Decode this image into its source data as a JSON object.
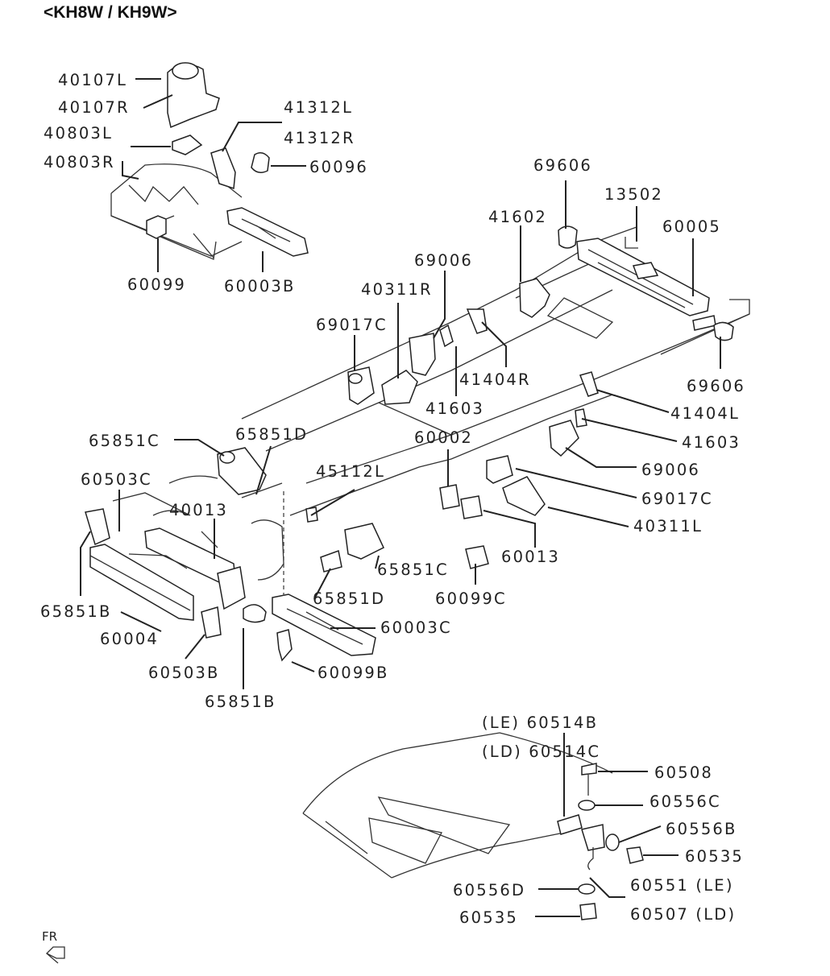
{
  "title": "<KH8W / KH9W>",
  "fr_marker": "FR",
  "labels": [
    {
      "id": "40107L",
      "text": "40107L"
    },
    {
      "id": "40107R",
      "text": "40107R"
    },
    {
      "id": "40803L",
      "text": "40803L"
    },
    {
      "id": "40803R",
      "text": "40803R"
    },
    {
      "id": "41312L",
      "text": "41312L"
    },
    {
      "id": "41312R",
      "text": "41312R"
    },
    {
      "id": "60096",
      "text": "60096"
    },
    {
      "id": "60099",
      "text": "60099"
    },
    {
      "id": "60003B",
      "text": "60003B"
    },
    {
      "id": "69606a",
      "text": "69606"
    },
    {
      "id": "13502",
      "text": "13502"
    },
    {
      "id": "41602",
      "text": "41602"
    },
    {
      "id": "60005",
      "text": "60005"
    },
    {
      "id": "69006a",
      "text": "69006"
    },
    {
      "id": "40311R",
      "text": "40311R"
    },
    {
      "id": "69017Ca",
      "text": "69017C"
    },
    {
      "id": "41404R",
      "text": "41404R"
    },
    {
      "id": "69606b",
      "text": "69606"
    },
    {
      "id": "41603a",
      "text": "41603"
    },
    {
      "id": "41404L",
      "text": "41404L"
    },
    {
      "id": "65851C_a",
      "text": "65851C"
    },
    {
      "id": "65851D_a",
      "text": "65851D"
    },
    {
      "id": "60002",
      "text": "60002"
    },
    {
      "id": "41603b",
      "text": "41603"
    },
    {
      "id": "69006b",
      "text": "69006"
    },
    {
      "id": "60503C",
      "text": "60503C"
    },
    {
      "id": "45112L",
      "text": "45112L"
    },
    {
      "id": "69017Cb",
      "text": "69017C"
    },
    {
      "id": "40013",
      "text": "40013"
    },
    {
      "id": "40311L",
      "text": "40311L"
    },
    {
      "id": "60013",
      "text": "60013"
    },
    {
      "id": "65851C_b",
      "text": "65851C"
    },
    {
      "id": "65851B_a",
      "text": "65851B"
    },
    {
      "id": "65851D_b",
      "text": "65851D"
    },
    {
      "id": "60099C",
      "text": "60099C"
    },
    {
      "id": "60003C",
      "text": "60003C"
    },
    {
      "id": "60004",
      "text": "60004"
    },
    {
      "id": "60099B",
      "text": "60099B"
    },
    {
      "id": "60503B",
      "text": "60503B"
    },
    {
      "id": "65851B_b",
      "text": "65851B"
    },
    {
      "id": "60514B",
      "text": "(LE) 60514B"
    },
    {
      "id": "60514C",
      "text": "(LD) 60514C"
    },
    {
      "id": "60508",
      "text": "60508"
    },
    {
      "id": "60556C",
      "text": "60556C"
    },
    {
      "id": "60556B",
      "text": "60556B"
    },
    {
      "id": "60535a",
      "text": "60535"
    },
    {
      "id": "60556D",
      "text": "60556D"
    },
    {
      "id": "60551",
      "text": "60551 (LE)"
    },
    {
      "id": "60535b",
      "text": "60535"
    },
    {
      "id": "60507",
      "text": "60507 (LD)"
    }
  ]
}
